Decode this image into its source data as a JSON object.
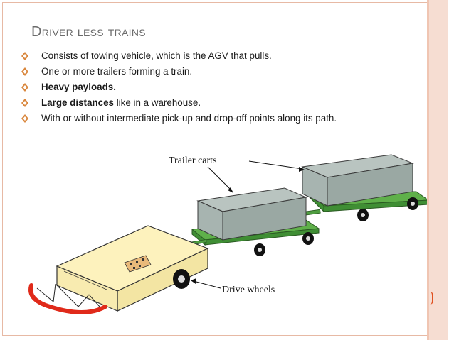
{
  "slide": {
    "title_cap": "D",
    "title_rest": "river less trains",
    "bullets": [
      {
        "bold": "",
        "text": "Consists of towing vehicle, which is the AGV that pulls."
      },
      {
        "bold": "",
        "text": "One or more trailers forming a train."
      },
      {
        "bold": "Heavy payloads.",
        "text": ""
      },
      {
        "bold": "Large distances",
        "text": " like in a warehouse."
      },
      {
        "bold": "",
        "text": "With or without intermediate pick-up and drop-off points along its path."
      }
    ],
    "bullet_icon": "hollow-diamond-icon",
    "accent_color": "#f6ddd2",
    "bullet_color": "#d9863c"
  },
  "figure": {
    "label_trailer": "Trailer carts",
    "label_wheels": "Drive wheels"
  }
}
